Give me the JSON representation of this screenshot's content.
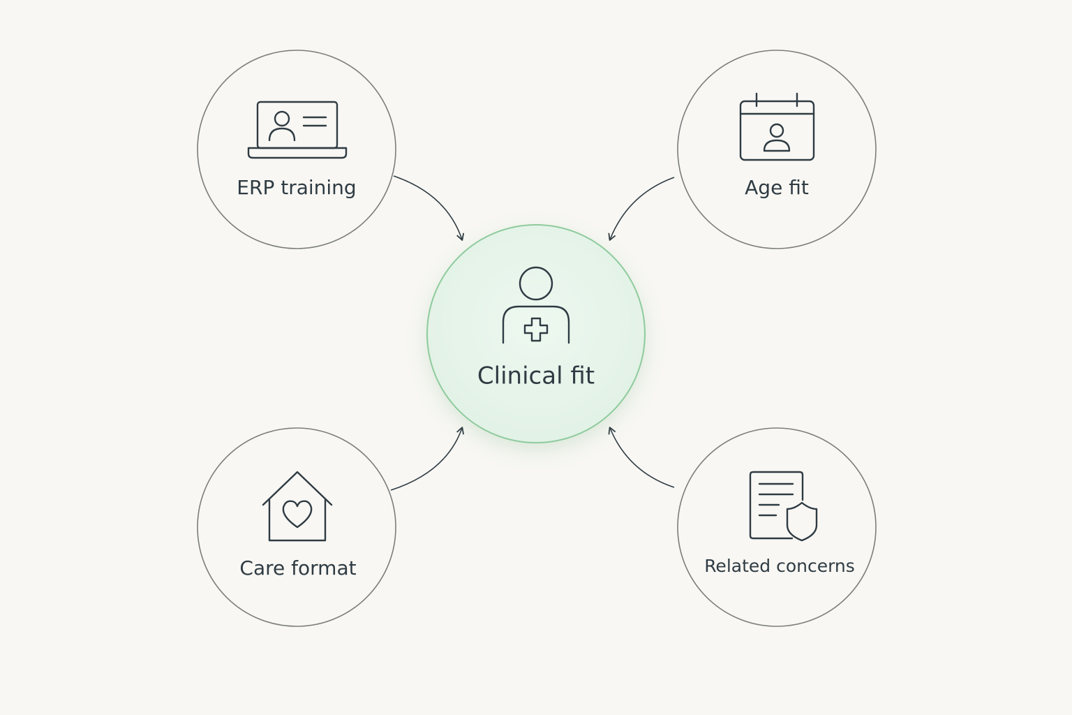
{
  "center": {
    "label": "Clinical fit",
    "icon": "person-medical-cross-icon",
    "fill_color": "#e4f3e7",
    "stroke_color": "#8ecb9d"
  },
  "nodes": {
    "erp_training": {
      "label": "ERP training",
      "icon": "laptop-profile-icon"
    },
    "age_fit": {
      "label": "Age fit",
      "icon": "calendar-person-icon"
    },
    "care_format": {
      "label": "Care format",
      "icon": "house-heart-icon"
    },
    "related_concerns": {
      "label": "Related concerns",
      "icon": "document-shield-icon"
    }
  },
  "colors": {
    "background": "#f8f7f3",
    "ink": "#2f3b43",
    "ring": "#7b7d7d"
  }
}
